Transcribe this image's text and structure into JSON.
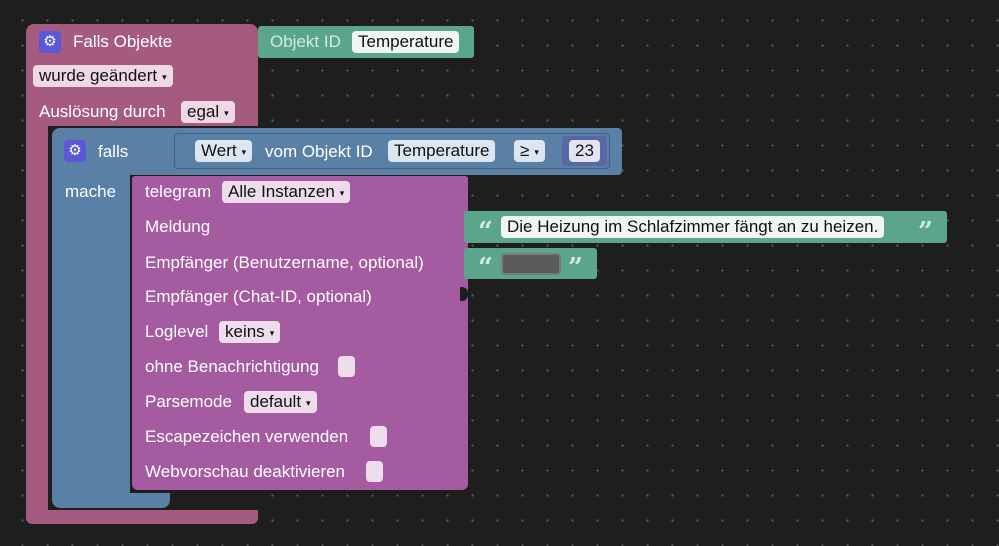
{
  "trigger": {
    "title": "Falls Objekte",
    "change_option": "wurde geändert",
    "trigger_by_label": "Auslösung durch",
    "trigger_by_option": "egal",
    "object_id_label": "Objekt ID",
    "object_id_value": "Temperature"
  },
  "if_block": {
    "if_label": "falls",
    "do_label": "mache",
    "value_option": "Wert",
    "of_object_label": "vom Objekt ID",
    "object_value": "Temperature",
    "operator": "≥",
    "number": "23"
  },
  "telegram": {
    "title": "telegram",
    "instance_option": "Alle Instanzen",
    "message_label": "Meldung",
    "message_text": "Die Heizung im Schlafzimmer fängt an zu heizen.",
    "recipient_user_label": "Empfänger (Benutzername, optional)",
    "recipient_user_value": "",
    "recipient_chat_label": "Empfänger (Chat-ID, optional)",
    "loglevel_label": "Loglevel",
    "loglevel_option": "keins",
    "silent_label": "ohne Benachrichtigung",
    "parsemode_label": "Parsemode",
    "parsemode_option": "default",
    "escape_label": "Escapezeichen verwenden",
    "preview_label": "Webvorschau deaktivieren"
  },
  "icons": {
    "gear": "gear-icon",
    "open_quote": "“",
    "close_quote": "”",
    "caret": "▾"
  },
  "colors": {
    "trigger_block": "#a55b80",
    "if_block": "#5b80a5",
    "telegram_block": "#a55ba0",
    "text_block": "#5ba58c",
    "gear": "#5b57d6"
  }
}
